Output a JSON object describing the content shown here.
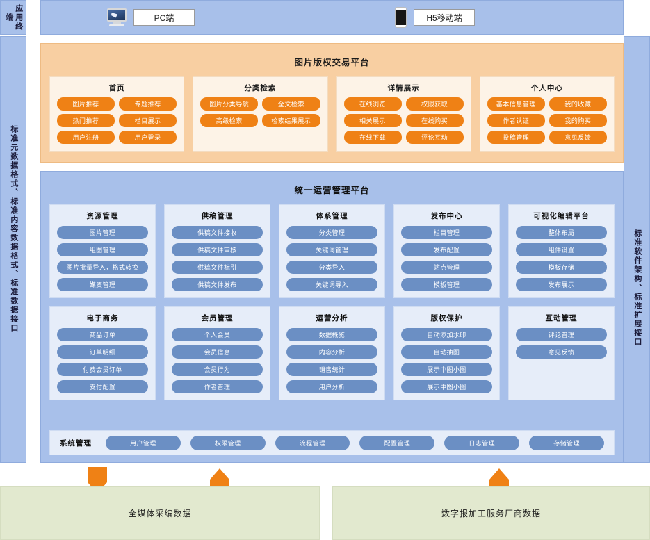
{
  "rails": {
    "terminal": "应用终端",
    "left_standard": "标准元数据格式、标准内容数据格式、标准数据接口",
    "right_standard": "标准软件架构、标准扩展接口"
  },
  "terminals": [
    {
      "icon": "monitor-icon",
      "label": "PC端"
    },
    {
      "icon": "phone-icon",
      "label": "H5移动端"
    }
  ],
  "trading_platform": {
    "title": "图片版权交易平台",
    "groups": [
      {
        "title": "首页",
        "items": [
          "图片推荐",
          "专题推荐",
          "热门推荐",
          "栏目展示",
          "用户注册",
          "用户登录"
        ]
      },
      {
        "title": "分类检索",
        "items": [
          "图片分类导航",
          "全文检索",
          "高级检索",
          "检索结果展示"
        ]
      },
      {
        "title": "详情展示",
        "items": [
          "在线浏览",
          "权限获取",
          "相关展示",
          "在线购买",
          "在线下载",
          "评论互动"
        ]
      },
      {
        "title": "个人中心",
        "items": [
          "基本信息管理",
          "我的收藏",
          "作者认证",
          "我的购买",
          "投稿管理",
          "意见反馈"
        ]
      }
    ]
  },
  "mgmt_platform": {
    "title": "统一运营管理平台",
    "row1": [
      {
        "title": "资源管理",
        "items": [
          "图片管理",
          "组图管理",
          "图片批量导入，格式转换",
          "媒资管理"
        ]
      },
      {
        "title": "供稿管理",
        "items": [
          "供稿文件接收",
          "供稿文件审核",
          "供稿文件标引",
          "供稿文件发布"
        ]
      },
      {
        "title": "体系管理",
        "items": [
          "分类管理",
          "关键词管理",
          "分类导入",
          "关键词导入"
        ]
      },
      {
        "title": "发布中心",
        "items": [
          "栏目管理",
          "发布配置",
          "站点管理",
          "模板管理"
        ]
      },
      {
        "title": "可视化编辑平台",
        "items": [
          "整体布局",
          "组件设置",
          "模板存储",
          "发布展示"
        ]
      }
    ],
    "row2": [
      {
        "title": "电子商务",
        "items": [
          "商品订单",
          "订单明细",
          "付费会员订单",
          "支付配置"
        ]
      },
      {
        "title": "会员管理",
        "items": [
          "个人会员",
          "会员信息",
          "会员行为",
          "作者管理"
        ]
      },
      {
        "title": "运营分析",
        "items": [
          "数据概览",
          "内容分析",
          "销售统计",
          "用户分析"
        ]
      },
      {
        "title": "版权保护",
        "items": [
          "自动添加水印",
          "自动抽图",
          "展示中图小图",
          "展示中图小图"
        ]
      },
      {
        "title": "互动管理",
        "items": [
          "评论管理",
          "意见反馈"
        ]
      }
    ],
    "system_management": {
      "label": "系统管理",
      "items": [
        "用户管理",
        "权限管理",
        "流程管理",
        "配置管理",
        "日志管理",
        "存储管理"
      ]
    }
  },
  "data_sources": [
    {
      "label": "全媒体采编数据"
    },
    {
      "label": "数字报加工服务厂商数据"
    }
  ],
  "colors": {
    "blue_panel": "#a8c0ea",
    "blue_group": "#e6edf9",
    "blue_chip": "#6b8fc4",
    "orange_panel": "#f8cfa2",
    "orange_group": "#fdf3e7",
    "orange_chip": "#ef8115",
    "green_source": "#e2e9cf",
    "arrow": "#ef8115"
  }
}
